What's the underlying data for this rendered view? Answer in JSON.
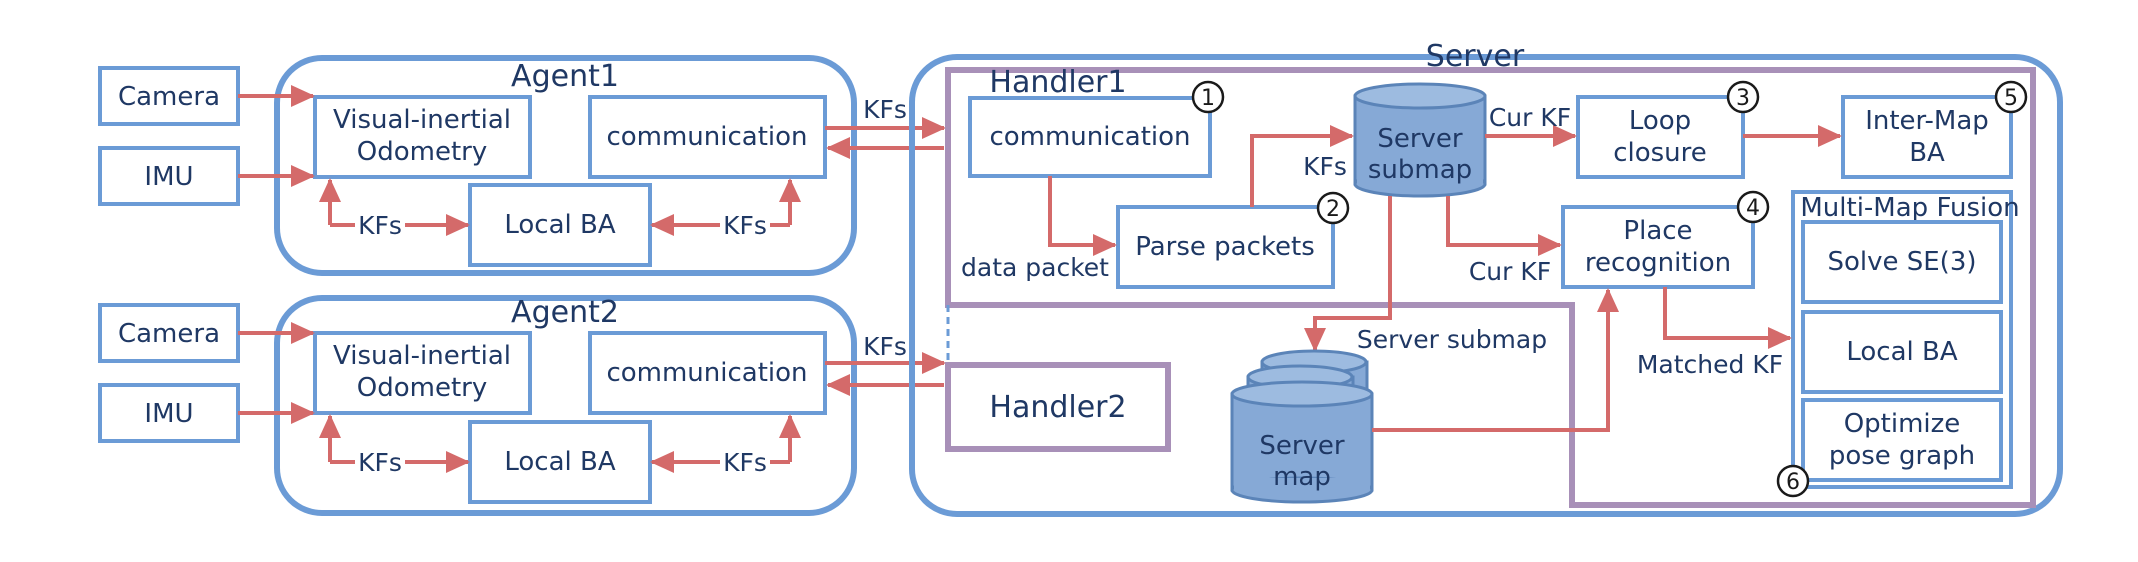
{
  "agents": [
    {
      "title": "Agent1",
      "camera": "Camera",
      "imu": "IMU",
      "vio_line1": "Visual-inertial",
      "vio_line2": "Odometry",
      "communication": "communication",
      "local_ba": "Local BA",
      "kfs_left": "KFs",
      "kfs_right": "KFs",
      "kfs_link": "KFs"
    },
    {
      "title": "Agent2",
      "camera": "Camera",
      "imu": "IMU",
      "vio_line1": "Visual-inertial",
      "vio_line2": "Odometry",
      "communication": "communication",
      "local_ba": "Local BA",
      "kfs_left": "KFs",
      "kfs_right": "KFs",
      "kfs_link": "KFs"
    }
  ],
  "server": {
    "title": "Server",
    "handler1": "Handler1",
    "handler2": "Handler2",
    "communication": "communication",
    "parse_packets": "Parse packets",
    "data_packet": "data packet",
    "kfs": "KFs",
    "submap_line1": "Server",
    "submap_line2": "submap",
    "cur_kf_top": "Cur KF",
    "cur_kf_bottom": "Cur KF",
    "loop_line1": "Loop",
    "loop_line2": "closure",
    "place_line1": "Place",
    "place_line2": "recognition",
    "intermap_line1": "Inter-Map",
    "intermap_line2": "BA",
    "server_submap_label": "Server submap",
    "map_line1": "Server",
    "map_line2": "map",
    "matched_kf": "Matched KF",
    "mmf_title": "Multi-Map Fusion",
    "solve": "Solve SE(3)",
    "local_ba": "Local BA",
    "opt_line1": "Optimize",
    "opt_line2": "pose graph"
  },
  "badges": [
    "1",
    "2",
    "3",
    "4",
    "5",
    "6"
  ],
  "colors": {
    "box_stroke": "#6b9bd6",
    "handler_stroke": "#a890b8",
    "arrow": "#d46a6a",
    "text": "#1f3864",
    "cylinder": "#86a9d6"
  }
}
